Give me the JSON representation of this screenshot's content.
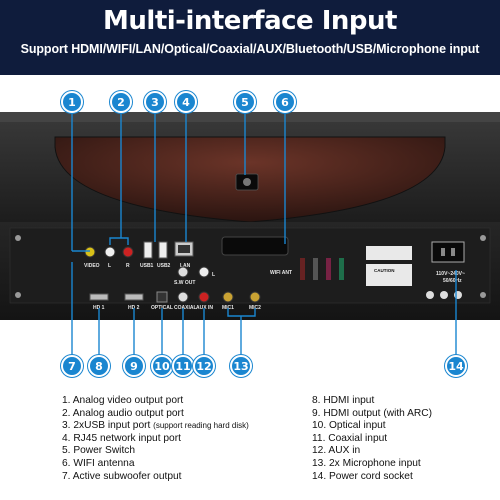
{
  "header": {
    "title": "Multi-interface Input",
    "subtitle": "Support HDMI/WIFI/LAN/Optical/Coaxial/AUX/Bluetooth/USB/Microphone input"
  },
  "colors": {
    "header_bg": "#0f1c3c",
    "badge": "#1a86d0",
    "panel": "#1b1b1b",
    "dome": "#5a2c22"
  },
  "device_labels": {
    "video": "VIDEO",
    "l": "L",
    "r": "R",
    "usb1": "USB1",
    "usb2": "USB2",
    "lan": "LAN",
    "wifi_ant": "WIFI ANT",
    "hd1": "HD 1",
    "hd2": "HD 2",
    "optical": "OPTICAL",
    "coaxial": "COAXIAL",
    "aux_in": "AUX IN",
    "mic1": "MIC1",
    "mic2": "MIC2",
    "s_w_out": "S.W OUT",
    "l2": "L",
    "voltage": "110V~240V~",
    "freq": "50/60Hz",
    "caution": "CAUTION"
  },
  "badges": [
    "1",
    "2",
    "3",
    "4",
    "5",
    "6",
    "7",
    "8",
    "9",
    "10",
    "11",
    "12",
    "13",
    "14"
  ],
  "legend": {
    "left": [
      {
        "text": "1. Analog video output port",
        "note": ""
      },
      {
        "text": "2. Analog audio output port",
        "note": ""
      },
      {
        "text": "3. 2xUSB input port ",
        "note": "(support reading hard disk)"
      },
      {
        "text": "4. RJ45 network input port",
        "note": ""
      },
      {
        "text": "5. Power Switch",
        "note": ""
      },
      {
        "text": "6. WIFI antenna",
        "note": ""
      },
      {
        "text": "7. Active subwoofer output",
        "note": ""
      }
    ],
    "right": [
      "8. HDMI input",
      "9. HDMI output (with ARC)",
      "10. Optical input",
      "11. Coaxial input",
      "12. AUX in",
      "13. 2x Microphone input",
      "14. Power cord socket"
    ]
  }
}
